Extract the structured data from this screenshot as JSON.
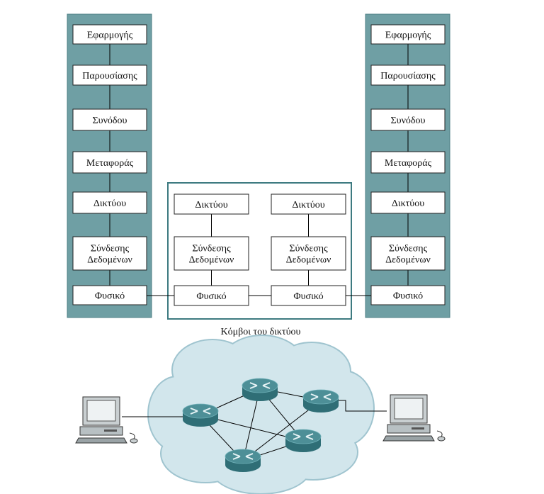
{
  "colors": {
    "stack_bg": "#6f9fa4",
    "stack_border": "#4e7f85",
    "node_frame": "#3d7a80",
    "cloud_fill": "#d2e6ec",
    "cloud_stroke": "#9fc4cf",
    "router_top": "#4d8f97",
    "router_side": "#2f6e76",
    "line": "#000000"
  },
  "left_stack": {
    "layers": [
      "Εφαρμογής",
      "Παρουσίασης",
      "Συνόδου",
      "Μεταφοράς",
      "Δικτύου",
      "Σύνδεσης\nΔεδομένων",
      "Φυσικό"
    ]
  },
  "right_stack": {
    "layers": [
      "Εφαρμογής",
      "Παρουσίασης",
      "Συνόδου",
      "Μεταφοράς",
      "Δικτύου",
      "Σύνδεσης\nΔεδομένων",
      "Φυσικό"
    ]
  },
  "middle_nodes": {
    "left": [
      "Δικτύου",
      "Σύνδεσης\nΔεδομένων",
      "Φυσικό"
    ],
    "right": [
      "Δικτύου",
      "Σύνδεσης\nΔεδομένων",
      "Φυσικό"
    ]
  },
  "caption": "Κόμβοι του δικτύου",
  "icons": {
    "computer_left": "desktop-computer-icon",
    "computer_right": "desktop-computer-icon",
    "router": "router-icon",
    "cloud": "network-cloud-icon"
  }
}
